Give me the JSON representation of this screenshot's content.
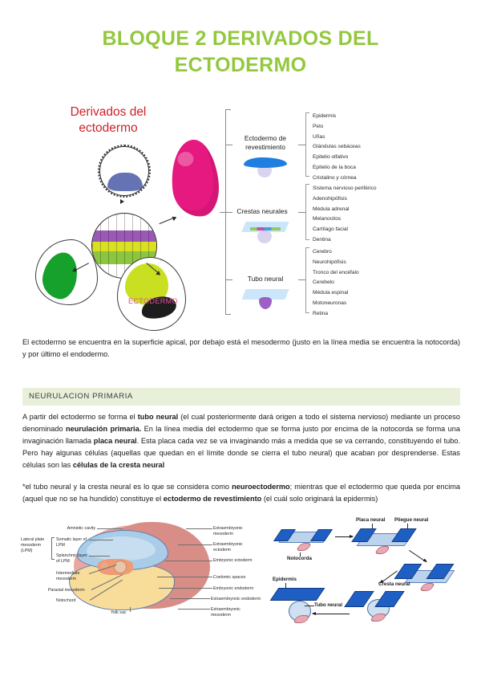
{
  "document": {
    "title": "BLOQUE 2 DERIVADOS DEL ECTODERMO",
    "title_color": "#93c83e"
  },
  "figure_ectodermo": {
    "title": "Derivados del ectodermo",
    "title_color": "#cc2229",
    "center_label": "ECTODERMO",
    "center_label_color": "#e0509a",
    "branches": [
      {
        "label": "Ectodermo de revestimiento",
        "icon": "blue-sheet-icon",
        "derivatives": [
          "Epidermis",
          "Pelo",
          "Uñas",
          "Glándulas sebáceas",
          "Epitelio olfativo",
          "Epitelio de la boca",
          "Cristalino y córnea"
        ]
      },
      {
        "label": "Crestas neurales",
        "icon": "neural-crest-icon",
        "derivatives": [
          "Sistema nervioso periférico",
          "Adenohipófisis",
          "Médula adrenal",
          "Melanocitos",
          "Cartílago facial",
          "Dentina"
        ]
      },
      {
        "label": "Tubo neural",
        "icon": "neural-tube-icon",
        "derivatives": [
          "Cerebro",
          "Neurohipófisis",
          "Tronco del encéfalo",
          "Cerebelo",
          "Médula espinal",
          "Motoneuronas",
          "Retina"
        ]
      }
    ]
  },
  "intro_paragraph": "El ectodermo se encuentra en la superficie apical, por debajo está el mesodermo (justo en la línea media se encuentra la notocorda) y por último el endodermo.",
  "section": {
    "heading": "NEURULACION PRIMARIA",
    "heading_bg": "#e8f0da"
  },
  "body": {
    "p1": [
      {
        "t": "A partir del ectodermo se forma el ",
        "b": false
      },
      {
        "t": "tubo neural",
        "b": true
      },
      {
        "t": " (el cual posteriormente dará origen a todo el sistema nervioso) mediante un proceso denominado ",
        "b": false
      },
      {
        "t": "neurulación primaria.",
        "b": true
      },
      {
        "t": " En la línea media del ectodermo que se forma justo por encima de la notocorda se forma una invaginación llamada ",
        "b": false
      },
      {
        "t": "placa neural",
        "b": true
      },
      {
        "t": ". Esta placa cada vez se va invaginando más a medida que se va cerrando, constituyendo el tubo. Pero hay algunas células (aquellas que quedan en el límite donde se cierra el tubo neural) que acaban por desprenderse. Estas células son las ",
        "b": false
      },
      {
        "t": "células de la cresta neural",
        "b": true
      }
    ],
    "p2": [
      {
        "t": "*el tubo neural y la cresta neural es lo que se considera como ",
        "b": false
      },
      {
        "t": "neuroectodermo",
        "b": true
      },
      {
        "t": "; mientras que el ectodermo que queda por encima (aquel que no se ha hundido) constituye el ",
        "b": false
      },
      {
        "t": "ectodermo de revestimiento",
        "b": true
      },
      {
        "t": " (el cuál solo originará la epidermis)",
        "b": false
      }
    ]
  },
  "figure_mesoderm": {
    "labels": {
      "amniotic_cavity": "Amniotic cavity",
      "lateral_plate": "Lateral plate mesoderm (LPM)",
      "somatic_layer": "Somatic layer of LPM",
      "splanchnic_layer": "Splanchnic layer of LPM",
      "intermediate": "Intermediate mesoderm",
      "paraxial": "Paraxial mesoderm",
      "notochord": "Notochord",
      "yolk_sac": "Yolk sac",
      "extra_meso_top": "Extraembryonic mesoderm",
      "extra_ecto": "Extraembryonic ectoderm",
      "embryonic_ecto": "Embryonic ectoderm",
      "coelomic": "Coelomic spaces",
      "embryonic_endo": "Embryonic endoderm",
      "extra_endo": "Extraembryonic endoderm",
      "extra_meso_bottom": "Extraembryonic mesoderm"
    }
  },
  "figure_neurulation": {
    "labels": {
      "placa_neural": "Placa neural",
      "pliegue_neural": "Pliegue neural",
      "notocorda": "Notocorda",
      "cresta_neural": "Cresta neural",
      "epidermis": "Epidermis",
      "tubo_neural": "Tubo neural"
    }
  }
}
